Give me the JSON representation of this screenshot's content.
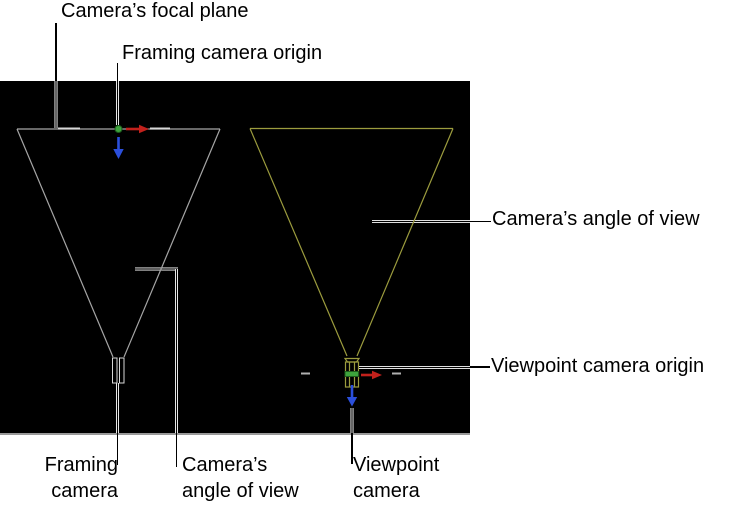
{
  "figure": {
    "description": "Documentation diagram of framing camera and viewpoint camera frustums on a black canvas"
  },
  "labels": {
    "focal_plane": "Camera’s focal plane",
    "framing_origin": "Framing camera origin",
    "angle_right": "Camera’s angle of view",
    "viewpoint_origin": "Viewpoint camera origin",
    "framing_line1": "Framing",
    "framing_line2": "camera",
    "angle_bottom_line1": "Camera’s",
    "angle_bottom_line2": "angle of view",
    "viewpoint_line1": "Viewpoint",
    "viewpoint_line2": "camera"
  },
  "colors": {
    "page_bg": "#ffffff",
    "stage_bg": "#000000",
    "text": "#000000",
    "framing_line": "#a6a6a6",
    "framing_bright": "#d8d8d8",
    "viewpoint_line": "#9c9c3e",
    "axis_green": "#3da33c",
    "axis_green_dark": "#1d5c1d",
    "axis_red": "#c2211c",
    "axis_blue": "#2b4fdb",
    "handle_dash": "#b0b0b0",
    "stage_edge": "#999999",
    "leader": "#000000",
    "leader_glow": "#ffffff"
  }
}
